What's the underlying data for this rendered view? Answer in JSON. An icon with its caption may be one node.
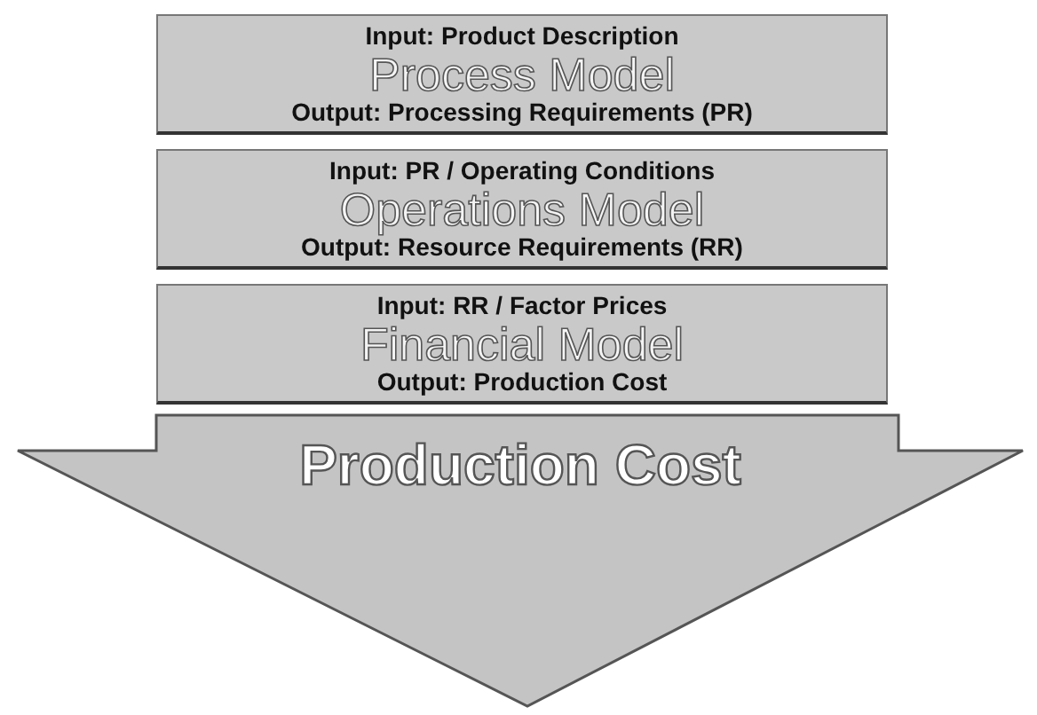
{
  "diagram": {
    "nodes": [
      {
        "text": [
          "Input: Product Description",
          "Process Model",
          "Output: Processing Requirements (PR)"
        ]
      },
      {
        "text": [
          "Input: PR / Operating Conditions",
          "Operations Model",
          "Output: Resource Requirements (RR)"
        ]
      },
      {
        "text": [
          "Input: RR / Factor Prices",
          "Financial Model",
          "Output: Production Cost"
        ]
      },
      {
        "text": [
          "Production Cost"
        ]
      }
    ]
  }
}
